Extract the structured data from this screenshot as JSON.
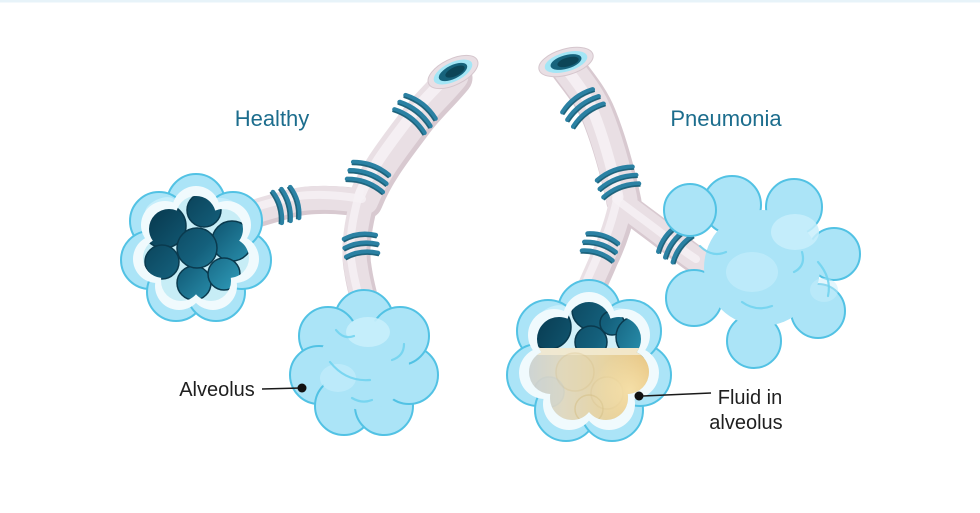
{
  "illustration": {
    "left_panel": {
      "title": "Healthy"
    },
    "right_panel": {
      "title": "Pneumonia"
    },
    "callouts": {
      "alveolus_label": "Alveolus",
      "fluid_label_line1": "Fluid in",
      "fluid_label_line2": "alveolus"
    }
  },
  "colors": {
    "title_text": "#1c6d8d",
    "callout_text": "#1f1f1f",
    "bronchiole_tube": "#e9dfe4",
    "bronchiole_shadow": "#d8c9d0",
    "bronchiole_highlight": "#f6f1f4",
    "cartilage_ring": "#2b81a3",
    "cartilage_ring_dark": "#135a72",
    "alveolus_fill": "#abe4f7",
    "alveolus_outline": "#52c2e4",
    "alveolus_highlight": "#c8eefb",
    "cutaway_ring": "#f0fafd",
    "cutaway_inner": "#c7edf6",
    "sac_gradient_dark": "#07374c",
    "sac_gradient_light": "#2f9cba",
    "fluid_gray": "#c9d3d8",
    "fluid_cream": "#dfd9c2",
    "fluid_tan": "#e9c178",
    "pointer": "#1a1a1a",
    "background": "#ffffff"
  }
}
